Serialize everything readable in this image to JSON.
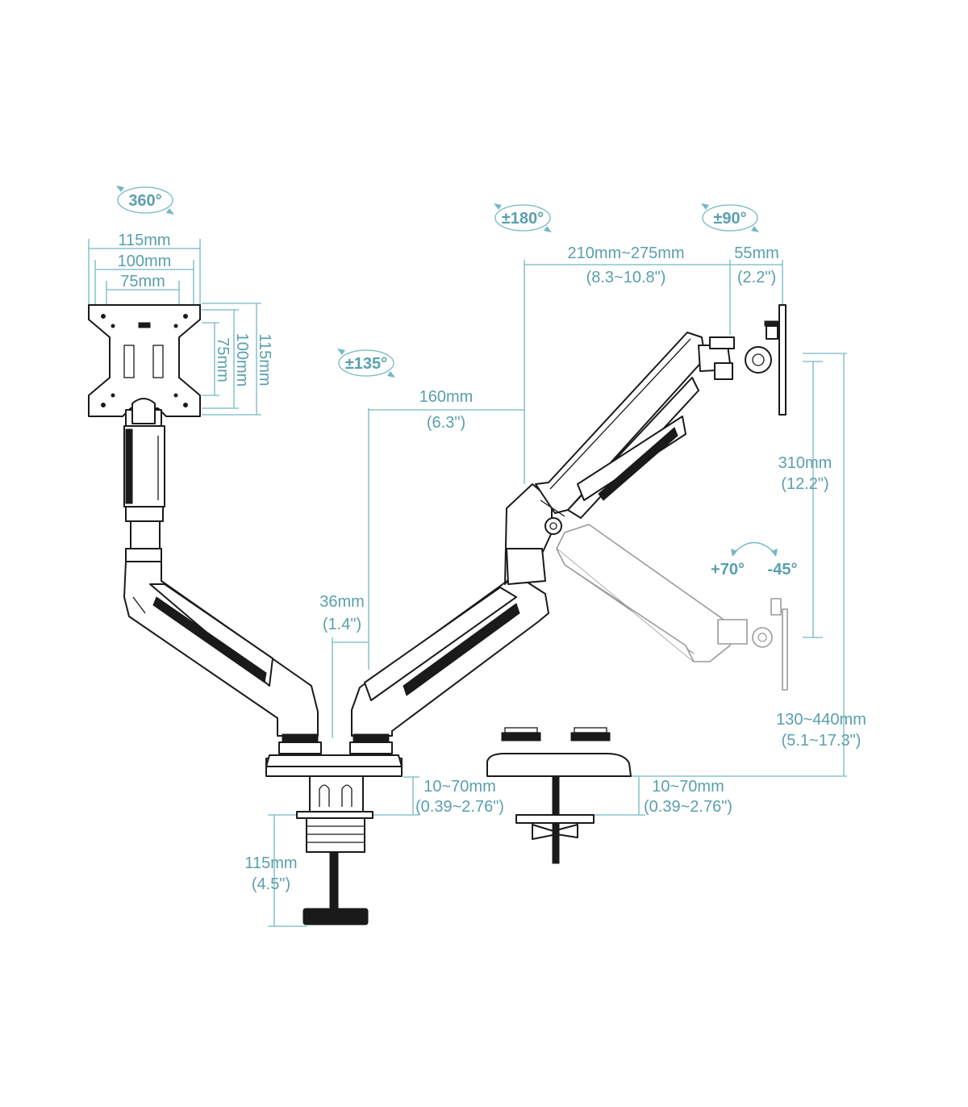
{
  "rotations": {
    "swivel_360": "360°",
    "swivel_180": "±180°",
    "swivel_90": "±90°",
    "swivel_135": "±135°",
    "tilt_up": "+70°",
    "tilt_down": "-45°"
  },
  "vesa": {
    "w115": "115mm",
    "w100": "100mm",
    "w75": "75mm",
    "h115": "115mm",
    "h100": "100mm",
    "h75": "75mm"
  },
  "dimensions": {
    "arm_reach_mm": "210mm~275mm",
    "arm_reach_in": "(8.3~10.8\")",
    "head_mm": "55mm",
    "head_in": "(2.2\")",
    "lower_arm_mm": "160mm",
    "lower_arm_in": "(6.3\")",
    "offset_mm": "36mm",
    "offset_in": "(1.4\")",
    "height_adjust_mm": "310mm",
    "height_adjust_in": "(12.2\")",
    "total_height_mm": "130~440mm",
    "total_height_in": "(5.1~17.3\")",
    "clamp_left_mm": "10~70mm",
    "clamp_left_in": "(0.39~2.76\")",
    "clamp_right_mm": "10~70mm",
    "clamp_right_in": "(0.39~2.76\")",
    "clamp_depth_mm": "115mm",
    "clamp_depth_in": "(4.5\")"
  },
  "colors": {
    "dimension": "#5a9fae",
    "line": "#1a1a1a"
  }
}
